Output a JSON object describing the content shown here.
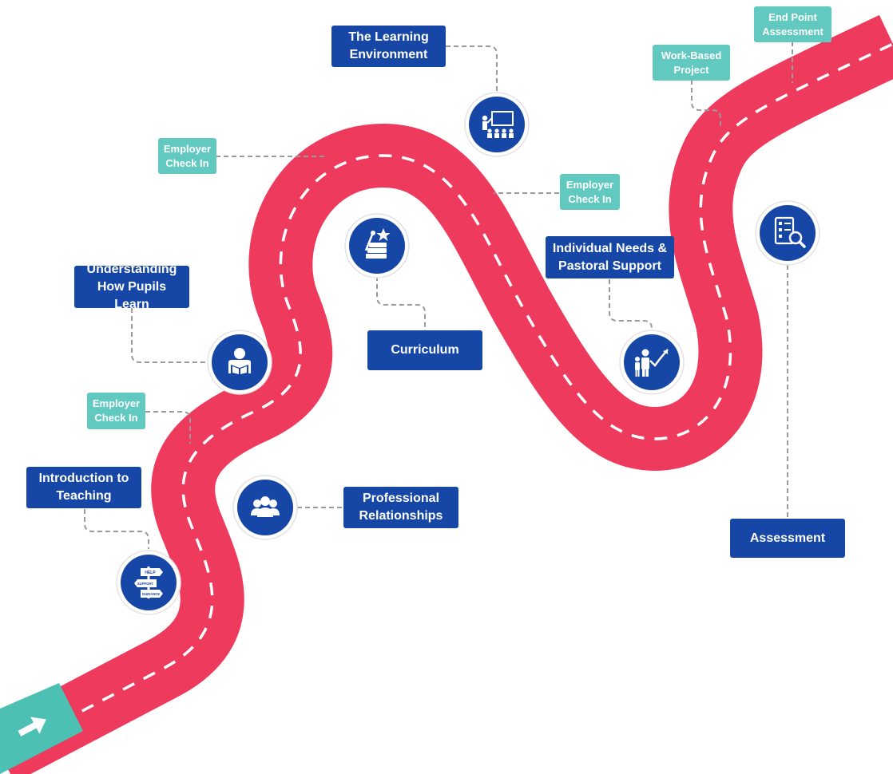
{
  "colors": {
    "road": "#ee3b5d",
    "road_dash": "#ffffff",
    "main_label": "#1747a6",
    "check_label": "#61c9bf",
    "icon_circle": "#1747a6",
    "start_block": "#4dc0b4",
    "connector": "#9a9a9a"
  },
  "milestones": {
    "learning_environment": "The Learning\nEnvironment",
    "understanding_pupils": "Understanding\nHow Pupils Learn",
    "curriculum": "Curriculum",
    "individual_needs": "Individual Needs &\nPastoral Support",
    "introduction": "Introduction to\nTeaching",
    "professional_relationships": "Professional\nRelationships",
    "assessment": "Assessment"
  },
  "checkpoints": {
    "employer_check_in_top": "Employer\nCheck In",
    "employer_check_in_mid": "Employer\nCheck In",
    "employer_check_in_low": "Employer\nCheck In",
    "work_based_project": "Work-Based\nProject",
    "end_point_assessment": "End Point\nAssessment"
  },
  "icons": {
    "introduction": "signpost-icon",
    "professional_relationships": "group-icon",
    "understanding_pupils": "reading-person-icon",
    "curriculum": "books-star-icon",
    "learning_environment": "classroom-icon",
    "individual_needs": "mentor-growth-icon",
    "assessment": "checklist-search-icon",
    "start": "arrow-right-icon"
  },
  "signpost_text": [
    "HELP",
    "SUPPORT",
    "GUIDANCE"
  ]
}
